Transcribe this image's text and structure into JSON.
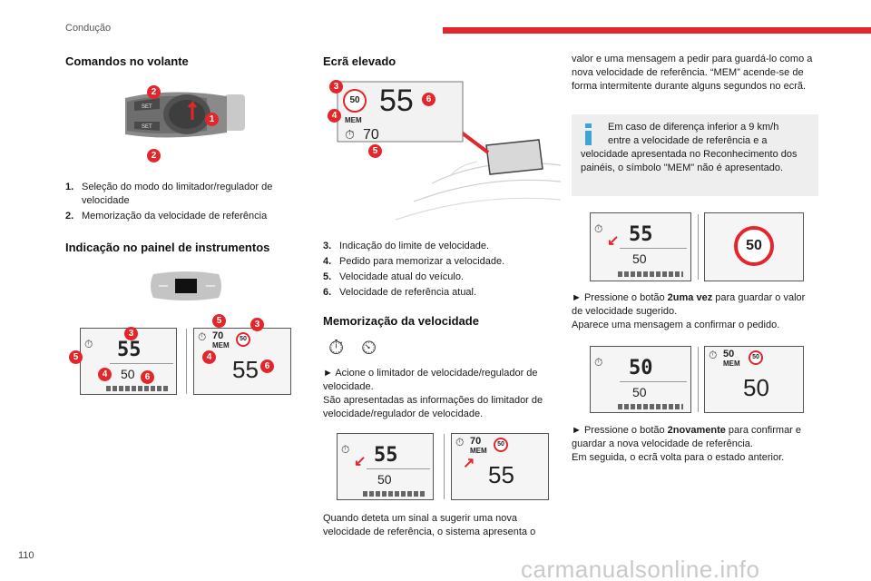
{
  "header": {
    "section": "Condução",
    "page_number": "110"
  },
  "col1": {
    "steering_title": "Comandos no volante",
    "steering_items": [
      {
        "num": "1.",
        "text": "Seleção do modo do limitador/regulador de velocidade"
      },
      {
        "num": "2.",
        "text": "Memorização da velocidade de referência"
      }
    ],
    "cluster_title": "Indicação no painel de instrumentos",
    "panel_a": {
      "speed": "55",
      "ref": "50"
    },
    "panel_b": {
      "limit": "50",
      "mem_speed": "70",
      "mem": "MEM",
      "speed": "55"
    }
  },
  "col2": {
    "hud_title": "Ecrã elevado",
    "hud": {
      "limit": "50",
      "speed": "55",
      "mem": "MEM",
      "mem_speed": "70"
    },
    "hud_items": [
      {
        "num": "3.",
        "text": "Indicação do limite de velocidade."
      },
      {
        "num": "4.",
        "text": "Pedido para memorizar a velocidade."
      },
      {
        "num": "5.",
        "text": "Velocidade atual do veículo."
      },
      {
        "num": "6.",
        "text": "Velocidade de referência atual."
      }
    ],
    "memo_title": "Memorização da velocidade",
    "memo_para1": "► Acione o limitador de velocidade/regulador de velocidade.",
    "memo_para2": "São apresentadas as informações do limitador de velocidade/regulador de velocidade.",
    "panel_c": {
      "speed": "55",
      "ref": "50"
    },
    "panel_d": {
      "mem_speed": "70",
      "mem": "MEM",
      "limit": "50",
      "speed": "55"
    },
    "memo_para3": "Quando deteta um sinal a sugerir uma nova velocidade de referência, o sistema apresenta o"
  },
  "col3": {
    "cont_para": "valor e uma mensagem a pedir para guardá-lo como a nova velocidade de referência. “MEM” acende-se de forma intermitente durante alguns segundos no ecrã.",
    "info_text_1": "Em caso de diferença inferior a 9 km/h",
    "info_text_2": "entre a velocidade de referência e a",
    "info_text_3": "velocidade apresentada no Reconhecimento dos painéis, o símbolo \"MEM\" não é apresentado.",
    "panel_e": {
      "speed": "55",
      "ref": "50"
    },
    "sign_f": {
      "limit": "50"
    },
    "step1_pre": "► Pressione o botão ",
    "step1_bold": "2uma vez",
    "step1_post": " para guardar o valor de velocidade sugerido.",
    "step1_line2": "Aparece uma mensagem a confirmar o pedido.",
    "panel_g": {
      "speed": "50",
      "ref": "50"
    },
    "panel_h": {
      "mem_speed": "50",
      "mem": "MEM",
      "limit": "50",
      "speed": "50"
    },
    "step2_pre": "► Pressione o botão ",
    "step2_bold": "2novamente",
    "step2_post": " para confirmar e guardar a nova velocidade de referência.",
    "step2_line2": "Em seguida, o ecrã volta para o estado anterior."
  },
  "callouts": {
    "c1": "1",
    "c2": "2",
    "c3": "3",
    "c4": "4",
    "c5": "5",
    "c6": "6"
  },
  "watermark": "carmanualsonline.info"
}
